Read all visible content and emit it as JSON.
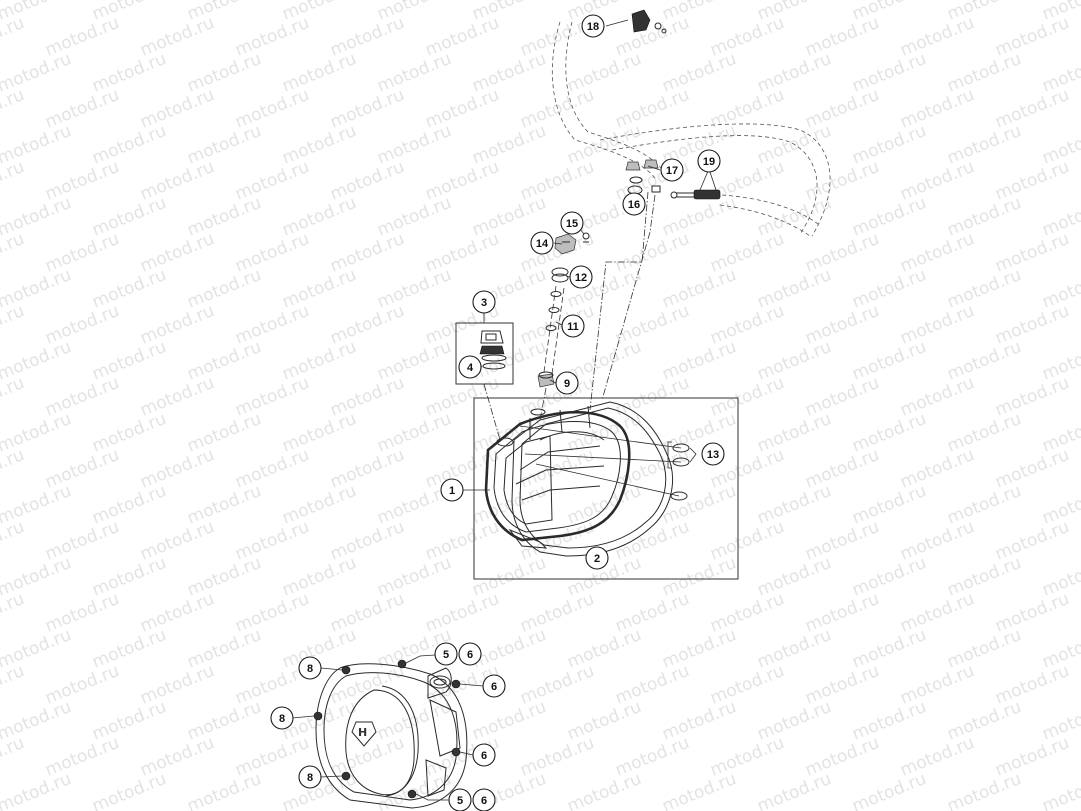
{
  "watermark": {
    "text": "motod.ru"
  },
  "callouts": {
    "c1": "1",
    "c2": "2",
    "c3": "3",
    "c4": "4",
    "c5a": "5",
    "c5b": "5",
    "c6a": "6",
    "c6b": "6",
    "c6c": "6",
    "c6d": "6",
    "c8a": "8",
    "c8b": "8",
    "c8c": "8",
    "c9": "9",
    "c11": "11",
    "c12": "12",
    "c13": "13",
    "c14": "14",
    "c15": "15",
    "c16": "16",
    "c17": "17",
    "c18": "18",
    "c19": "19"
  }
}
